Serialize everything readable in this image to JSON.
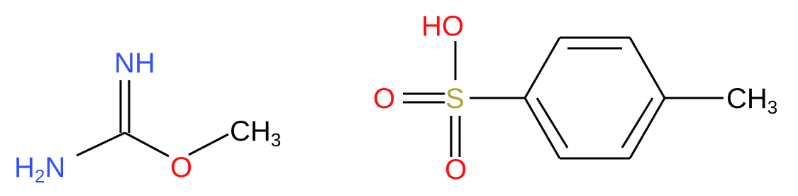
{
  "colors": {
    "bond": "#000000",
    "nitrogen": "#3050F8",
    "oxygen": "#FF0D0D",
    "sulfur": "#B2A132",
    "carbon": "#000000"
  },
  "molecule_1": {
    "imine": {
      "symbol": "NH"
    },
    "amine": {
      "symbol": "H",
      "sub": "2",
      "element": "N"
    },
    "ether_oxygen": {
      "symbol": "O"
    },
    "methyl": {
      "symbol": "CH",
      "sub": "3"
    }
  },
  "molecule_2": {
    "hydroxyl": {
      "symbol": "HO"
    },
    "sulfur": {
      "symbol": "S"
    },
    "oxo_left": {
      "symbol": "O"
    },
    "oxo_bottom": {
      "symbol": "O"
    },
    "methyl": {
      "symbol": "CH",
      "sub": "3"
    }
  }
}
